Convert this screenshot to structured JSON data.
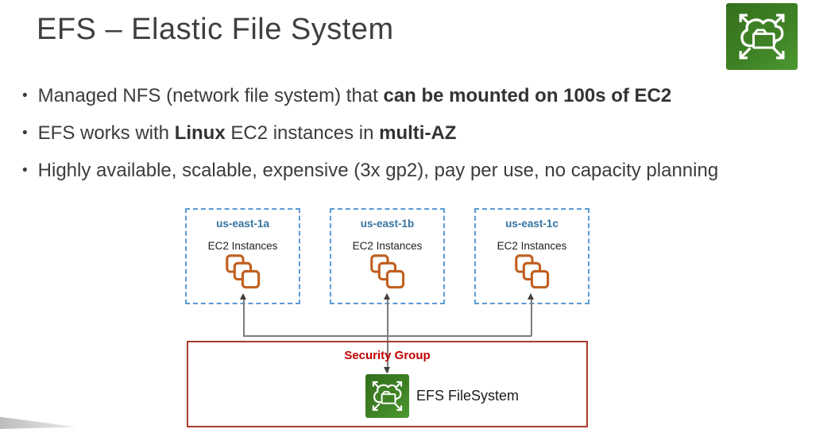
{
  "title": "EFS – Elastic File System",
  "bullet_char": "•",
  "bullets": [
    {
      "segments": [
        {
          "text": "Managed NFS (network file system) that ",
          "bold": false
        },
        {
          "text": "can be mounted on 100s of EC2",
          "bold": true
        }
      ]
    },
    {
      "segments": [
        {
          "text": "EFS works with ",
          "bold": false
        },
        {
          "text": "Linux",
          "bold": true
        },
        {
          "text": " EC2 instances in ",
          "bold": false
        },
        {
          "text": "multi-AZ",
          "bold": true
        }
      ]
    },
    {
      "segments": [
        {
          "text": "Highly available, scalable, expensive (3x gp2), pay per use, no capacity planning",
          "bold": false
        }
      ]
    }
  ],
  "diagram": {
    "availability_zones": [
      {
        "name": "us-east-1a",
        "label": "EC2 Instances"
      },
      {
        "name": "us-east-1b",
        "label": "EC2 Instances"
      },
      {
        "name": "us-east-1c",
        "label": "EC2 Instances"
      }
    ],
    "security_group": {
      "label": "Security Group"
    },
    "efs_filesystem_label": "EFS FileSystem"
  },
  "icons": {
    "header_icon": "efs-service-icon",
    "az_icon": "ec2-instances-stack-icon",
    "efs_icon": "efs-filesystem-icon"
  },
  "colors": {
    "title-text": "#3f3f3f",
    "body-text": "#3c3c3c",
    "az-border": "#5b9bd5",
    "az-name-text": "#35749f",
    "ec2-orange": "#c05f1e",
    "connector-gray": "#7d7d7d",
    "arrowhead": "#3f3f3f",
    "security-group-border": "#a83c2d",
    "security-group-text": "#c00000",
    "efs-green": "#3e8125",
    "efs-label-text": "#1c1c1c"
  }
}
